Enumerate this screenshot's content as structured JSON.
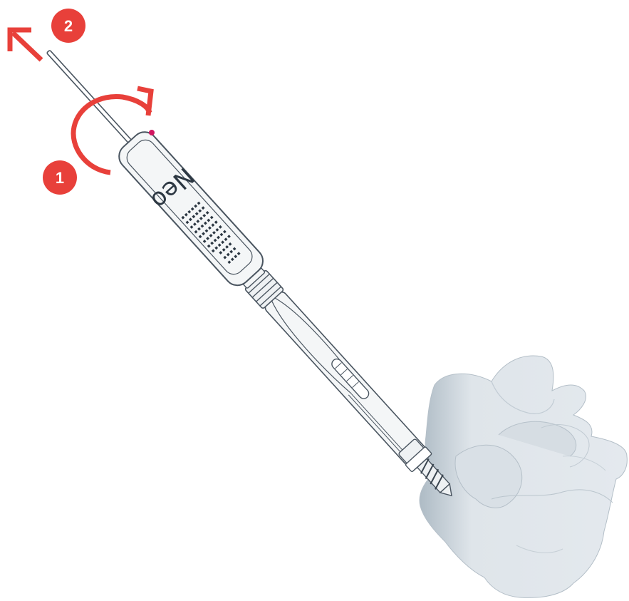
{
  "steps": [
    {
      "number": "1",
      "action": "rotate-clockwise"
    },
    {
      "number": "2",
      "action": "withdraw-stylet"
    }
  ],
  "instrument": {
    "brand": "Neo"
  },
  "colors": {
    "accent": "#e8403a",
    "outline": "#4a5560",
    "instrument_fill": "#f4f6f7",
    "bone_fill": "#e1e7ec",
    "bone_shadow": "#b6c1ca",
    "grip_dots": "#2c3742",
    "marker": "#d1155f"
  },
  "icons": [
    "rotation-arrow-icon",
    "withdraw-arrow-icon"
  ]
}
